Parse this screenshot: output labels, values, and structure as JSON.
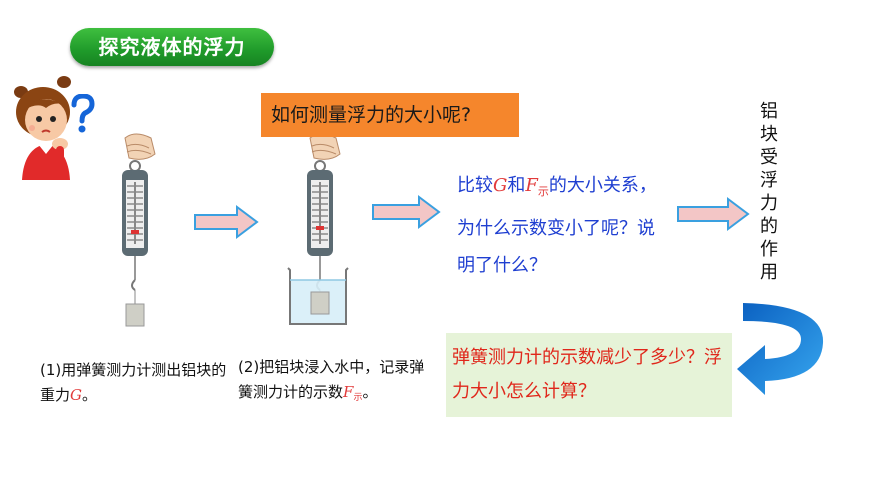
{
  "title": "探究液体的浮力",
  "question": "如何测量浮力的大小呢?",
  "compare": {
    "part1": "比较",
    "g": "G",
    "part2": "和",
    "f": "F",
    "f_sub": "示",
    "part3": "的大小关系，为什么示数变小了呢？说明了什么？"
  },
  "vertical_text": "铝块受浮力的作用",
  "green_box": "弹簧测力计的示数减少了多少？浮力大小怎么计算？",
  "caption1": {
    "text": "(1)用弹簧测力计测出铝块的重力",
    "g": "G",
    "end": "。"
  },
  "caption2": {
    "text": "(2)把铝块浸入水中，记录弹簧测力计的示数",
    "f": "F",
    "f_sub": "示",
    "end": "。"
  },
  "colors": {
    "title_bg": "#1f9a2a",
    "question_bg": "#f5862c",
    "compare_text": "#1f3fd1",
    "variable": "#e23a3a",
    "green_box_bg": "#e6f3d8",
    "green_box_text": "#e0271b",
    "arrow_fill": "#f3c6c6",
    "arrow_stroke": "#3aa0e0",
    "curved_arrow": "#1e7ed8"
  },
  "icons": [
    "thinking-girl-icon",
    "question-mark-icon",
    "spring-scale-icon",
    "beaker-icon",
    "right-arrow-icon",
    "curved-arrow-icon"
  ]
}
